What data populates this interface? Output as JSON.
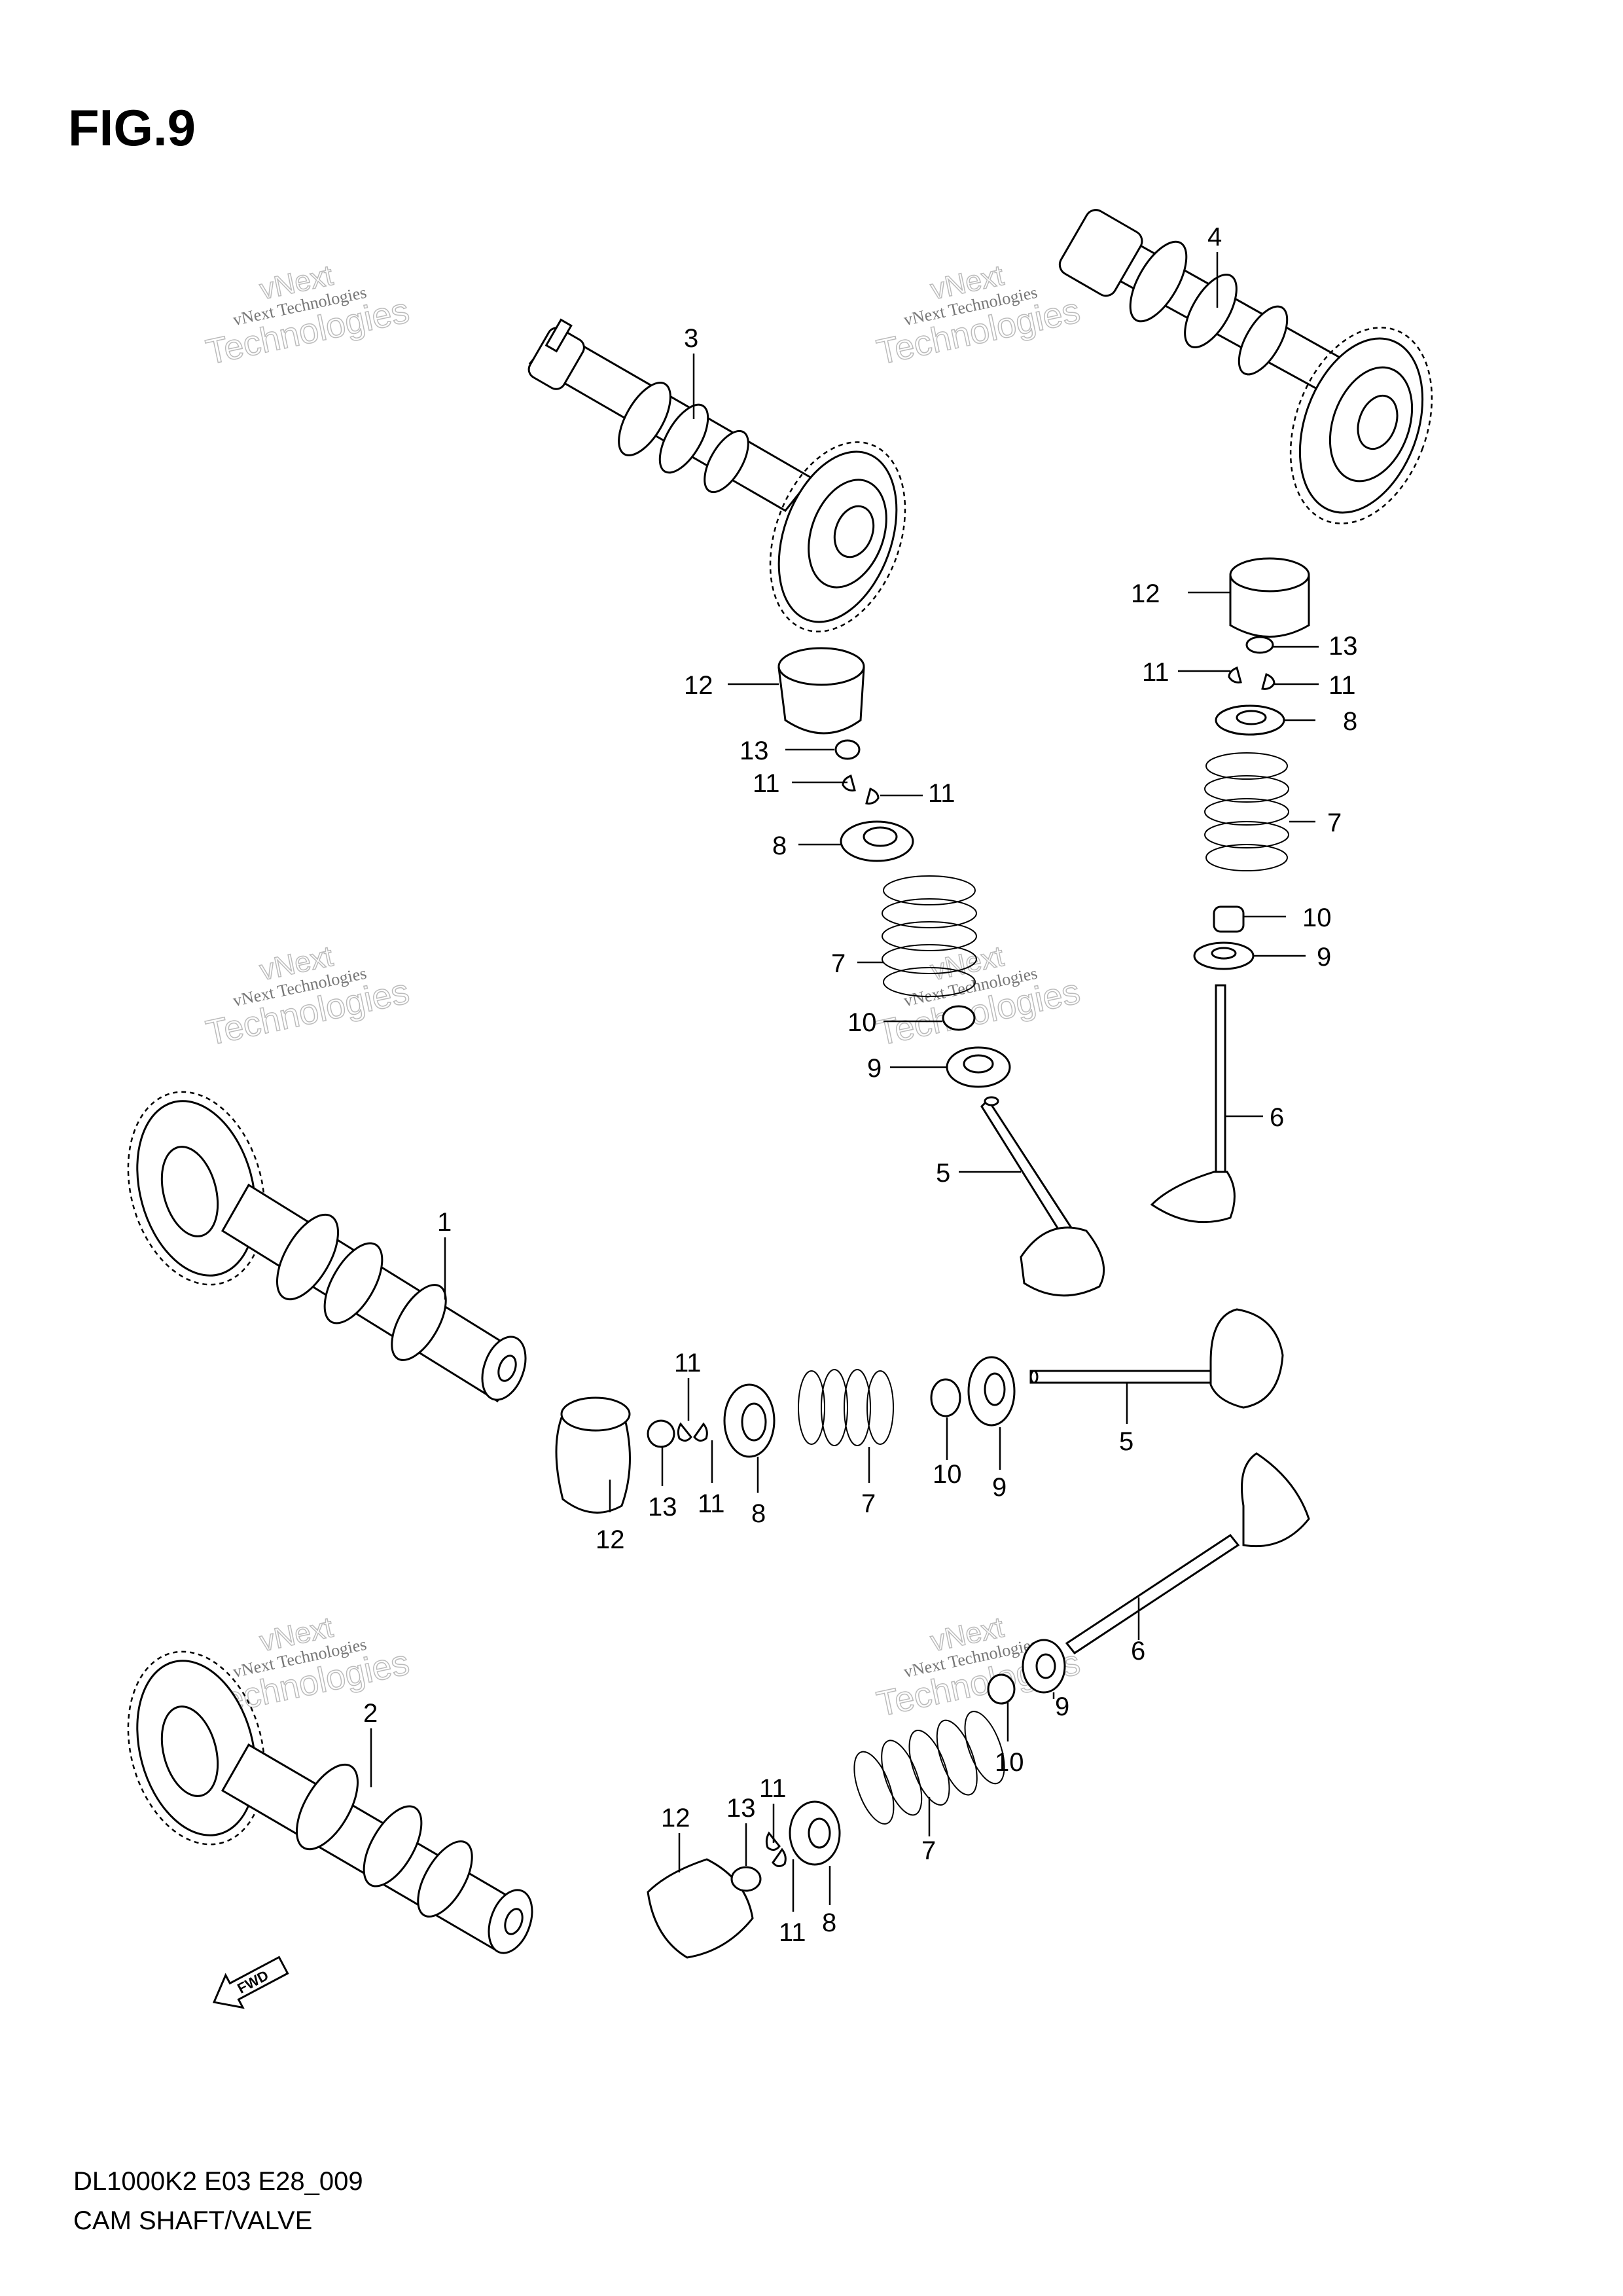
{
  "figure": {
    "title": "FIG.9",
    "model_code": "DL1000K2 E03 E28_009",
    "section_name": "CAM SHAFT/VALVE"
  },
  "watermark": {
    "line1": "vNext Technologies",
    "line2": "Technologies",
    "line3": "vNext"
  },
  "fwd_label": "FWD",
  "callouts": [
    {
      "id": "c3",
      "label": "3"
    },
    {
      "id": "c4",
      "label": "4"
    },
    {
      "id": "c12a",
      "label": "12"
    },
    {
      "id": "c13a",
      "label": "13"
    },
    {
      "id": "c11a",
      "label": "11"
    },
    {
      "id": "c11b",
      "label": "11"
    },
    {
      "id": "c8a",
      "label": "8"
    },
    {
      "id": "c12b",
      "label": "12"
    },
    {
      "id": "c13b",
      "label": "13"
    },
    {
      "id": "c11c",
      "label": "11"
    },
    {
      "id": "c11d",
      "label": "11"
    },
    {
      "id": "c8b",
      "label": "8"
    },
    {
      "id": "c7a",
      "label": "7"
    },
    {
      "id": "c7b",
      "label": "7"
    },
    {
      "id": "c10a",
      "label": "10"
    },
    {
      "id": "c10b",
      "label": "10"
    },
    {
      "id": "c9a",
      "label": "9"
    },
    {
      "id": "c9b",
      "label": "9"
    },
    {
      "id": "c5a",
      "label": "5"
    },
    {
      "id": "c6a",
      "label": "6"
    },
    {
      "id": "c1",
      "label": "1"
    },
    {
      "id": "c11e",
      "label": "11"
    },
    {
      "id": "c13c",
      "label": "13"
    },
    {
      "id": "c11f",
      "label": "11"
    },
    {
      "id": "c12c",
      "label": "12"
    },
    {
      "id": "c8c",
      "label": "8"
    },
    {
      "id": "c7c",
      "label": "7"
    },
    {
      "id": "c10c",
      "label": "10"
    },
    {
      "id": "c9c",
      "label": "9"
    },
    {
      "id": "c5b",
      "label": "5"
    },
    {
      "id": "c6b",
      "label": "6"
    },
    {
      "id": "c9d",
      "label": "9"
    },
    {
      "id": "c10d",
      "label": "10"
    },
    {
      "id": "c2",
      "label": "2"
    },
    {
      "id": "c11g",
      "label": "11"
    },
    {
      "id": "c13d",
      "label": "13"
    },
    {
      "id": "c12d",
      "label": "12"
    },
    {
      "id": "c8d",
      "label": "8"
    },
    {
      "id": "c7d",
      "label": "7"
    },
    {
      "id": "c11h",
      "label": "11"
    }
  ]
}
